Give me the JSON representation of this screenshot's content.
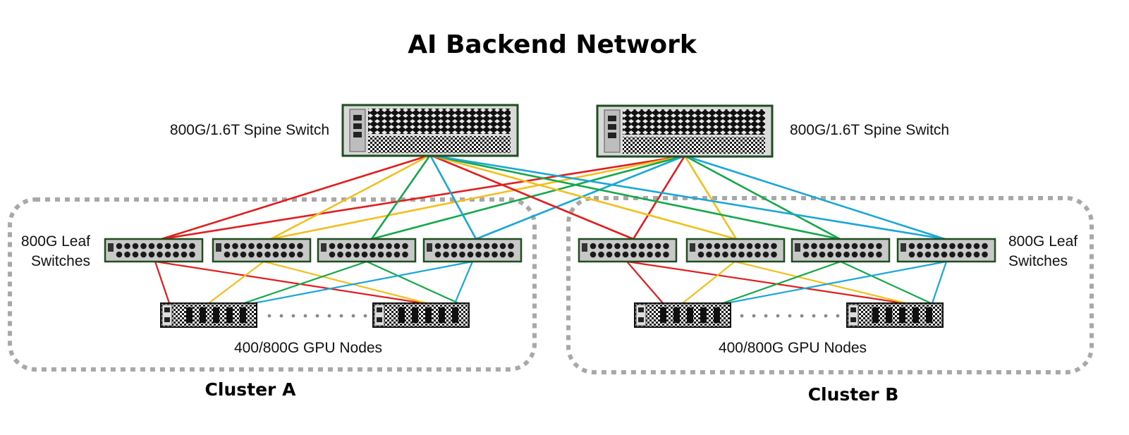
{
  "title": "AI Backend Network",
  "spine_label": "800G/1.6T Spine Switch",
  "leaf_label_line1": "800G Leaf",
  "leaf_label_line2": "Switches",
  "gpu_label": "400/800G GPU Nodes",
  "clusters": [
    "Cluster A",
    "Cluster B"
  ],
  "link_colors": {
    "red": "#e11d1d",
    "yellow": "#f2bf1c",
    "green": "#14a84a",
    "blue": "#1aa7d8"
  },
  "device_colors": {
    "switch_border": "#1f4d1f",
    "switch_body": "#c8c8c8",
    "port": "#1a1a1a",
    "cluster_outline": "#a8a8a8"
  }
}
